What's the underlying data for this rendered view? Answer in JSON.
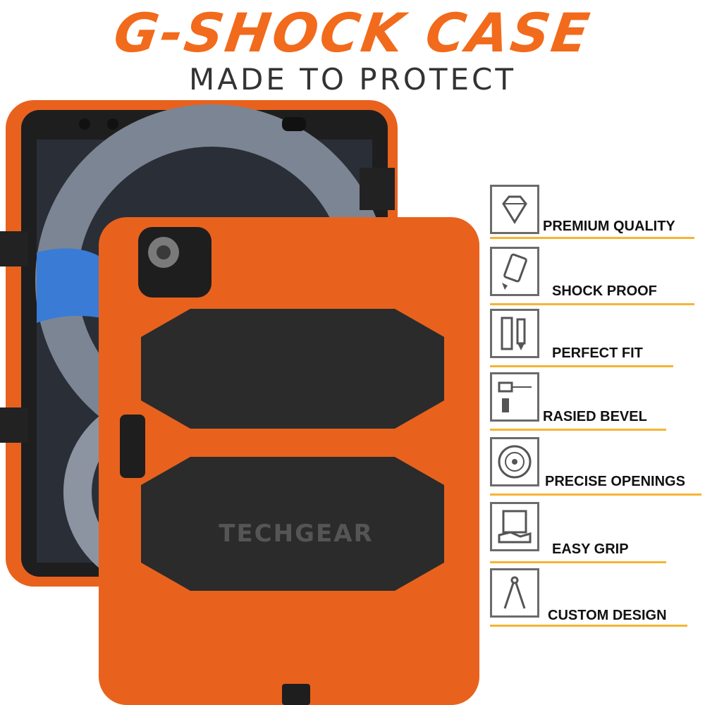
{
  "headline": "G-SHOCK CASE",
  "subheadline": "MADE TO PROTECT",
  "brand_logo_text": "TECHGEAR",
  "colors": {
    "accent": "#f26a1b",
    "case_orange": "#e8621e",
    "case_black": "#2b2b2b",
    "rule_gold": "#f5b533"
  },
  "features": [
    {
      "label": "PREMIUM QUALITY",
      "icon": "diamond-icon"
    },
    {
      "label": "SHOCK PROOF",
      "icon": "shock-proof-icon"
    },
    {
      "label": "PERFECT FIT",
      "icon": "ruler-pencil-icon"
    },
    {
      "label": "RASIED BEVEL",
      "icon": "bevel-icon"
    },
    {
      "label": "PRECISE OPENINGS",
      "icon": "target-icon"
    },
    {
      "label": "EASY GRIP",
      "icon": "hand-grip-icon"
    },
    {
      "label": "CUSTOM DESIGN",
      "icon": "compass-icon"
    }
  ]
}
